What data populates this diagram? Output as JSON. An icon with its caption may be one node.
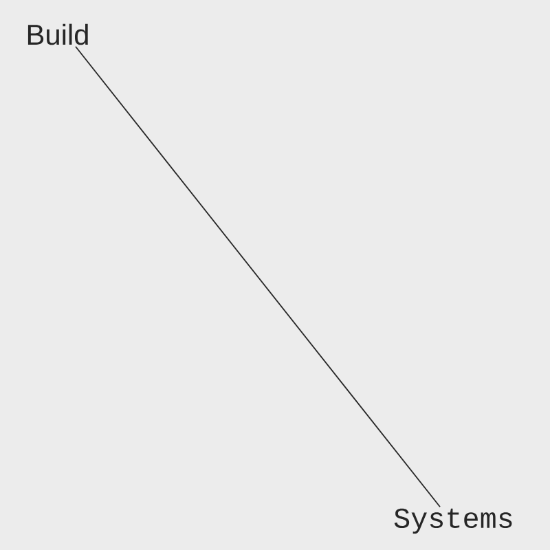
{
  "diagram": {
    "nodes": [
      {
        "text": [
          "Build"
        ]
      },
      {
        "text": [
          "Systems"
        ]
      }
    ],
    "edges": [
      {
        "from": 0,
        "to": 1,
        "arrow": "none"
      }
    ]
  }
}
